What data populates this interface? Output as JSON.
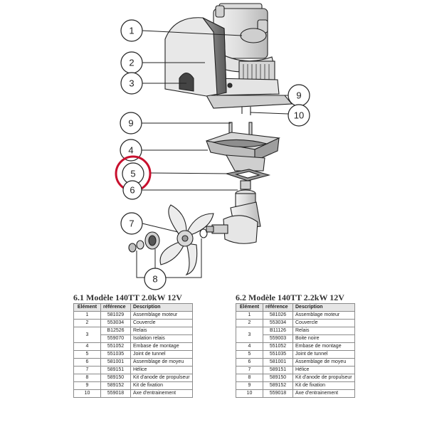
{
  "callouts": [
    "1",
    "2",
    "3",
    "9",
    "10",
    "9",
    "4",
    "5",
    "6",
    "7",
    "8"
  ],
  "colors": {
    "highlight_ring": "#c8102e",
    "line": "#222222",
    "part_fill": "#e9e9e9",
    "header_fill": "#e6e6e6"
  },
  "tables": [
    {
      "title": "6.1 Modèle 140TT 2.0kW 12V",
      "headers": [
        "Elément",
        "référence",
        "Description"
      ],
      "groups": [
        {
          "element": "1",
          "rows": [
            {
              "ref": "581029",
              "desc": "Assemblage moteur"
            }
          ]
        },
        {
          "element": "2",
          "rows": [
            {
              "ref": "553034",
              "desc": "Couvercle"
            }
          ]
        },
        {
          "element": "3",
          "rows": [
            {
              "ref": "B12526",
              "desc": "Relais"
            },
            {
              "ref": "559070",
              "desc": "Isolation relais"
            }
          ]
        },
        {
          "element": "4",
          "rows": [
            {
              "ref": "551052",
              "desc": "Embase de montage"
            }
          ]
        },
        {
          "element": "5",
          "rows": [
            {
              "ref": "551035",
              "desc": "Joint de tunnel"
            }
          ]
        },
        {
          "element": "6",
          "rows": [
            {
              "ref": "581001",
              "desc": "Assemblage de moyeu"
            }
          ]
        },
        {
          "element": "7",
          "rows": [
            {
              "ref": "589151",
              "desc": "Hélice"
            }
          ]
        },
        {
          "element": "8",
          "rows": [
            {
              "ref": "589150",
              "desc": "Kit d'anode de propulseur"
            }
          ]
        },
        {
          "element": "9",
          "rows": [
            {
              "ref": "589152",
              "desc": "Kit de fixation"
            }
          ]
        },
        {
          "element": "10",
          "rows": [
            {
              "ref": "559018",
              "desc": "Axe d'entrainement"
            }
          ]
        }
      ]
    },
    {
      "title": "6.2 Modèle 140TT 2.2kW 12V",
      "headers": [
        "Elément",
        "référence",
        "Description"
      ],
      "groups": [
        {
          "element": "1",
          "rows": [
            {
              "ref": "581026",
              "desc": "Assemblage moteur"
            }
          ]
        },
        {
          "element": "2",
          "rows": [
            {
              "ref": "553034",
              "desc": "Couvercle"
            }
          ]
        },
        {
          "element": "3",
          "rows": [
            {
              "ref": "B11126",
              "desc": "Relais"
            },
            {
              "ref": "559003",
              "desc": "Boite noire"
            }
          ]
        },
        {
          "element": "4",
          "rows": [
            {
              "ref": "551052",
              "desc": "Embase de montage"
            }
          ]
        },
        {
          "element": "5",
          "rows": [
            {
              "ref": "551035",
              "desc": "Joint de tunnel"
            }
          ]
        },
        {
          "element": "6",
          "rows": [
            {
              "ref": "581001",
              "desc": "Assemblage de moyeu"
            }
          ]
        },
        {
          "element": "7",
          "rows": [
            {
              "ref": "589151",
              "desc": "Hélice"
            }
          ]
        },
        {
          "element": "8",
          "rows": [
            {
              "ref": "589150",
              "desc": "Kit d'anode de propulseur"
            }
          ]
        },
        {
          "element": "9",
          "rows": [
            {
              "ref": "589152",
              "desc": "Kit de fixation"
            }
          ]
        },
        {
          "element": "10",
          "rows": [
            {
              "ref": "559018",
              "desc": "Axe d'entrainement"
            }
          ]
        }
      ]
    }
  ]
}
